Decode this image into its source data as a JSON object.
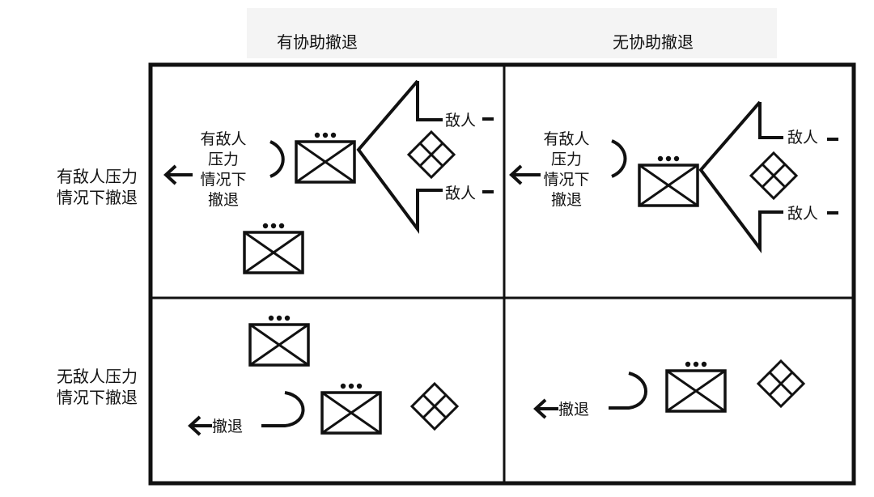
{
  "columns": [
    "有协助撤退",
    "无协助撤退"
  ],
  "rows": [
    [
      "有敌人压力",
      "情况下撤退"
    ],
    [
      "无敌人压力",
      "情况下撤退"
    ]
  ],
  "labels": {
    "enemy": "敌人",
    "pressure_retreat": [
      "有敌人",
      "压力",
      "情况下",
      "撤退"
    ],
    "retreat": "撤退"
  },
  "colors": {
    "line": "#111111",
    "header_bg": "#f4f4f4",
    "background": "#ffffff"
  }
}
